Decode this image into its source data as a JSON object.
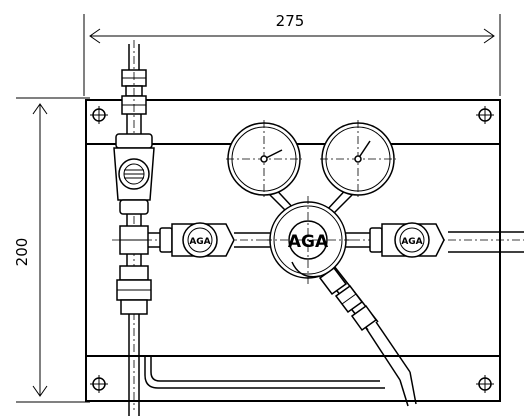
{
  "dimensions": {
    "width_label": "275",
    "height_label": "200"
  },
  "logo": {
    "brand": "AGA"
  }
}
